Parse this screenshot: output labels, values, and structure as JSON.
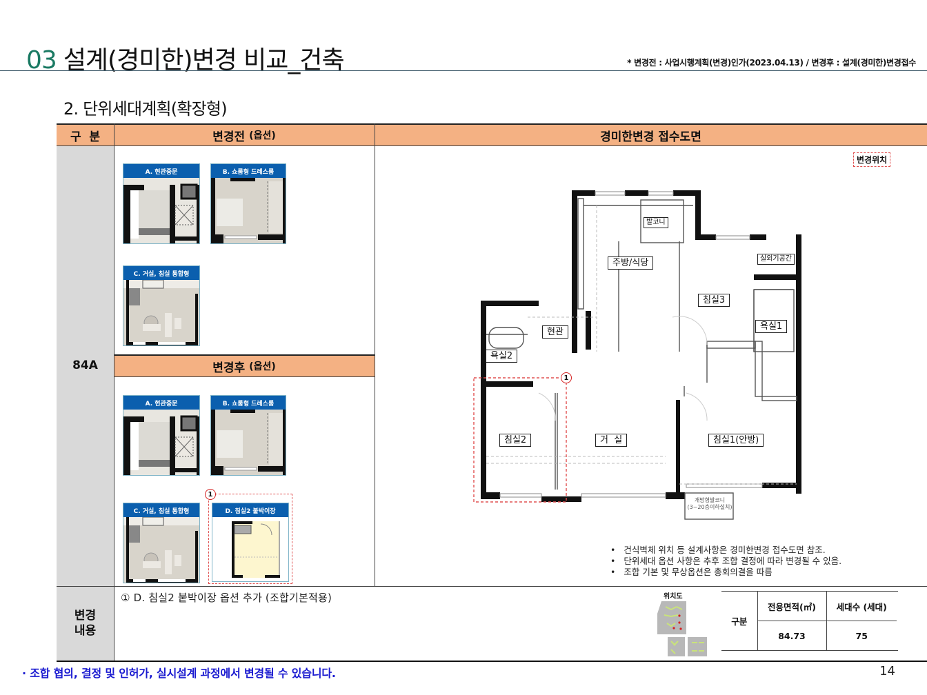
{
  "header": {
    "section_number": "03",
    "title": "설계(경미한)변경 비교_건축",
    "note": "* 변경전 : 사업시행계획(변경)인가(2023.04.13) / 변경후 : 설계(경미한)변경접수"
  },
  "section": {
    "title": "2. 단위세대계획(확장형)"
  },
  "table": {
    "col_category": "구  분",
    "col_before": "변경전",
    "col_before_suffix": "(옵션)",
    "col_after": "변경후",
    "col_after_suffix": "(옵션)",
    "col_drawing": "경미한변경 접수도면",
    "unit_type": "84A",
    "change_label_line1": "변경",
    "change_label_line2": "내용"
  },
  "before_options": [
    {
      "label": "A. 현관중문"
    },
    {
      "label": "B. 쇼룸형 드레스룸"
    },
    {
      "label": "C. 거실, 침실 통합형"
    }
  ],
  "after_options": [
    {
      "label": "A. 현관중문"
    },
    {
      "label": "B. 쇼룸형 드레스룸"
    },
    {
      "label": "C. 거실, 침실 통합형"
    },
    {
      "label": "D. 침실2 붙박이장",
      "marker": "1"
    }
  ],
  "floor_plan": {
    "legend_tag": "변경위치",
    "marker": "1",
    "rooms": {
      "balcony": "발코니",
      "kitchen": "주방/식당",
      "outdoor_unit": "실외기공간",
      "bedroom3": "침실3",
      "entrance": "현관",
      "bath1": "욕실1",
      "bath2": "욕실2",
      "bedroom2": "침실2",
      "living": "거  실",
      "bedroom1": "침실1(안방)",
      "open_balcony_line1": "개방형발코니",
      "open_balcony_line2": "(3~20층이하설치)"
    }
  },
  "notes": [
    "건식벽체 위치 등 설계사항은 경미한변경 접수도면 참조.",
    "단위세대 옵션 사항은 추후 조합 결정에 따라 변경될 수 있음.",
    "조합 기본 및 무상옵션은 총회의결을 따름"
  ],
  "change_content": "① D. 침실2 붙박이장 옵션 추가 (조합기본적용)",
  "location_map": {
    "label": "위치도"
  },
  "stats": {
    "row_header": "구분",
    "col1": "전용면적(㎡)",
    "col2": "세대수 (세대)",
    "area": "84.73",
    "units": "75"
  },
  "footer": {
    "note": "· 조합 협의, 결정 및 인허가, 실시설계 과정에서 변경될 수 있습니다.",
    "page": "14"
  },
  "colors": {
    "accent_green": "#1a7a63",
    "header_orange": "#f4b183",
    "side_gray": "#d9d9d9",
    "caption_blue": "#0b5fae",
    "note_blue": "#1a1ad0",
    "marker_red": "#d42020"
  }
}
